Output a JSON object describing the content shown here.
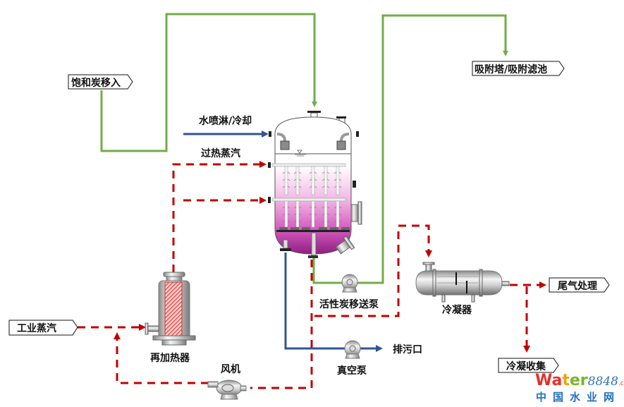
{
  "title": "活性炭吸附脱附再生工艺流程图",
  "tags": {
    "carbon_in": "饱和炭移入",
    "adsorber": "吸附塔/吸附滤池",
    "industrial_steam": "工业蒸汽",
    "tail_gas": "尾气处理",
    "condensate": "冷凝收集"
  },
  "labels": {
    "water_spray": "水喷淋/冷却",
    "superheated_steam": "过热蒸汽",
    "carbon_pump": "活性炭移送泵",
    "condenser": "冷凝器",
    "reheater": "再加热器",
    "fan": "风机",
    "vacuum_pump": "真空泵",
    "drain": "排污口"
  },
  "legend_lines": {
    "carbon_transfer": {
      "color": "#70ad47",
      "style": "solid"
    },
    "water": {
      "color": "#2f5597",
      "style": "solid"
    },
    "steam_gas": {
      "color": "#c00000",
      "style": "dashed"
    }
  },
  "watermark": {
    "brand_w": "W",
    "brand_a": "a",
    "brand_t": "t",
    "brand_er": "er",
    "brand_num": "8848",
    "brand_com": ".com",
    "subtitle": "中国水业网"
  }
}
